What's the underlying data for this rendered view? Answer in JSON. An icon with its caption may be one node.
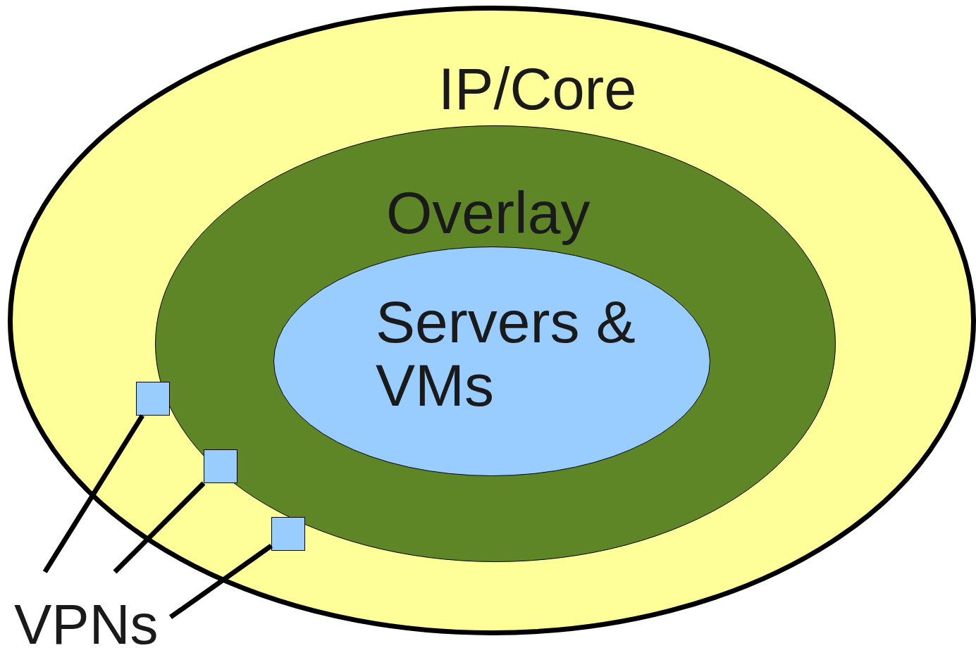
{
  "diagram": {
    "nodes": [
      {
        "text": [
          "IP/Core"
        ]
      },
      {
        "text": [
          "Overlay"
        ],
        "in": 0
      },
      {
        "text": [
          "Servers & VMs"
        ],
        "in": 1
      },
      {
        "text": [],
        "shape": "box",
        "in": 0
      },
      {
        "text": [],
        "shape": "box",
        "in": 1
      },
      {
        "text": [],
        "shape": "box",
        "in": 0
      },
      {
        "text": [
          "VPNs"
        ]
      }
    ],
    "edges": [
      {
        "from": 6,
        "to": 3,
        "arrow": "none"
      },
      {
        "from": 6,
        "to": 4,
        "arrow": "none"
      },
      {
        "from": 6,
        "to": 5,
        "arrow": "none"
      }
    ]
  }
}
